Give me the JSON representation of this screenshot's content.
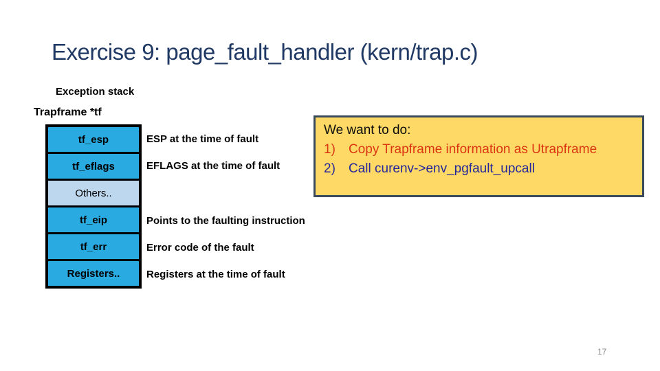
{
  "slide": {
    "title": "Exercise 9: page_fault_handler (kern/trap.c)",
    "page_number": "17",
    "diagram": {
      "heading": "Exception stack",
      "subheading": "Trapframe *tf",
      "rows": [
        {
          "label": "tf_esp",
          "description": "ESP at the time of fault",
          "fill": "cyan"
        },
        {
          "label": "tf_eflags",
          "description": "EFLAGS at the time of fault",
          "fill": "cyan"
        },
        {
          "label": "Others..",
          "description": "",
          "fill": "light"
        },
        {
          "label": "tf_eip",
          "description": "Points to the faulting instruction",
          "fill": "cyan"
        },
        {
          "label": "tf_err",
          "description": "Error code of the fault",
          "fill": "cyan"
        },
        {
          "label": "Registers..",
          "description": "Registers at the time of fault",
          "fill": "cyan"
        }
      ]
    },
    "callout": {
      "heading": "We want to do:",
      "items": [
        {
          "number": "1)",
          "text": "Copy Trapframe information as Utrapframe",
          "color": "#DB3512"
        },
        {
          "number": "2)",
          "text": "Call curenv->env_pgfault_upcall",
          "color": "#26269B"
        }
      ]
    },
    "colors": {
      "title": "#1F3864",
      "row_cyan": "#29ABE2",
      "row_light": "#BDD7EE",
      "row_border": "#000000",
      "callout_bg": "#FFD966",
      "callout_border": "#3A4A5C",
      "page_number": "#8a8a8a"
    }
  }
}
